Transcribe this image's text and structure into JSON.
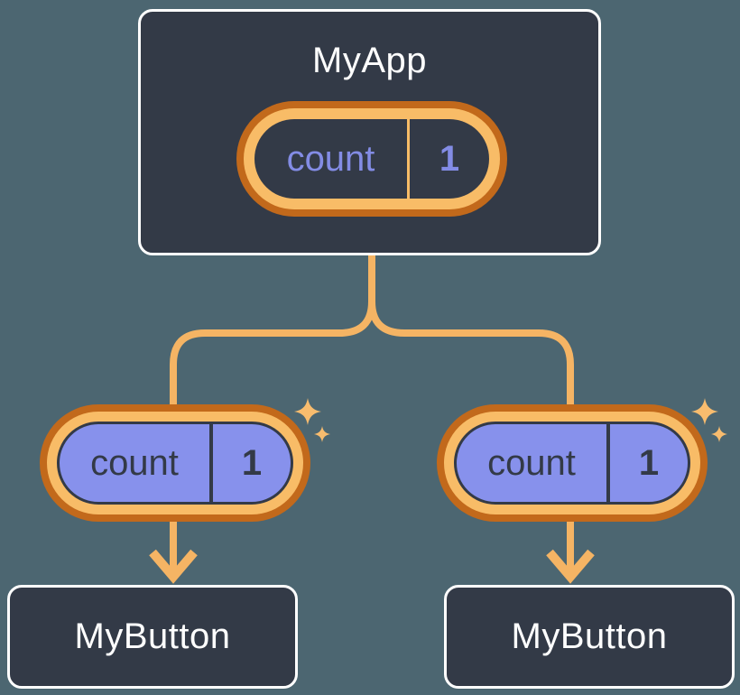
{
  "diagram": {
    "type": "react-component-tree",
    "colors": {
      "background": "#4C6671",
      "panel_navy": "#333A47",
      "panel_border": "#FFFFFF",
      "orange_dark_ring": "#C2691B",
      "orange_light": "#F8BC67",
      "connector_orange": "#F5B464",
      "sparkle_orange": "#F8BC6E",
      "periwinkle_fill": "#8791EC",
      "periwinkle_text": "#838CE5",
      "title_text": "#FFFFFF"
    },
    "icons": [
      "sparkle-icon",
      "arrow-down-icon"
    ],
    "root": {
      "title": "MyApp",
      "state": {
        "name": "count",
        "value": "1"
      }
    },
    "children": [
      {
        "title": "MyButton",
        "prop": {
          "name": "count",
          "value": "1"
        }
      },
      {
        "title": "MyButton",
        "prop": {
          "name": "count",
          "value": "1"
        }
      }
    ]
  }
}
